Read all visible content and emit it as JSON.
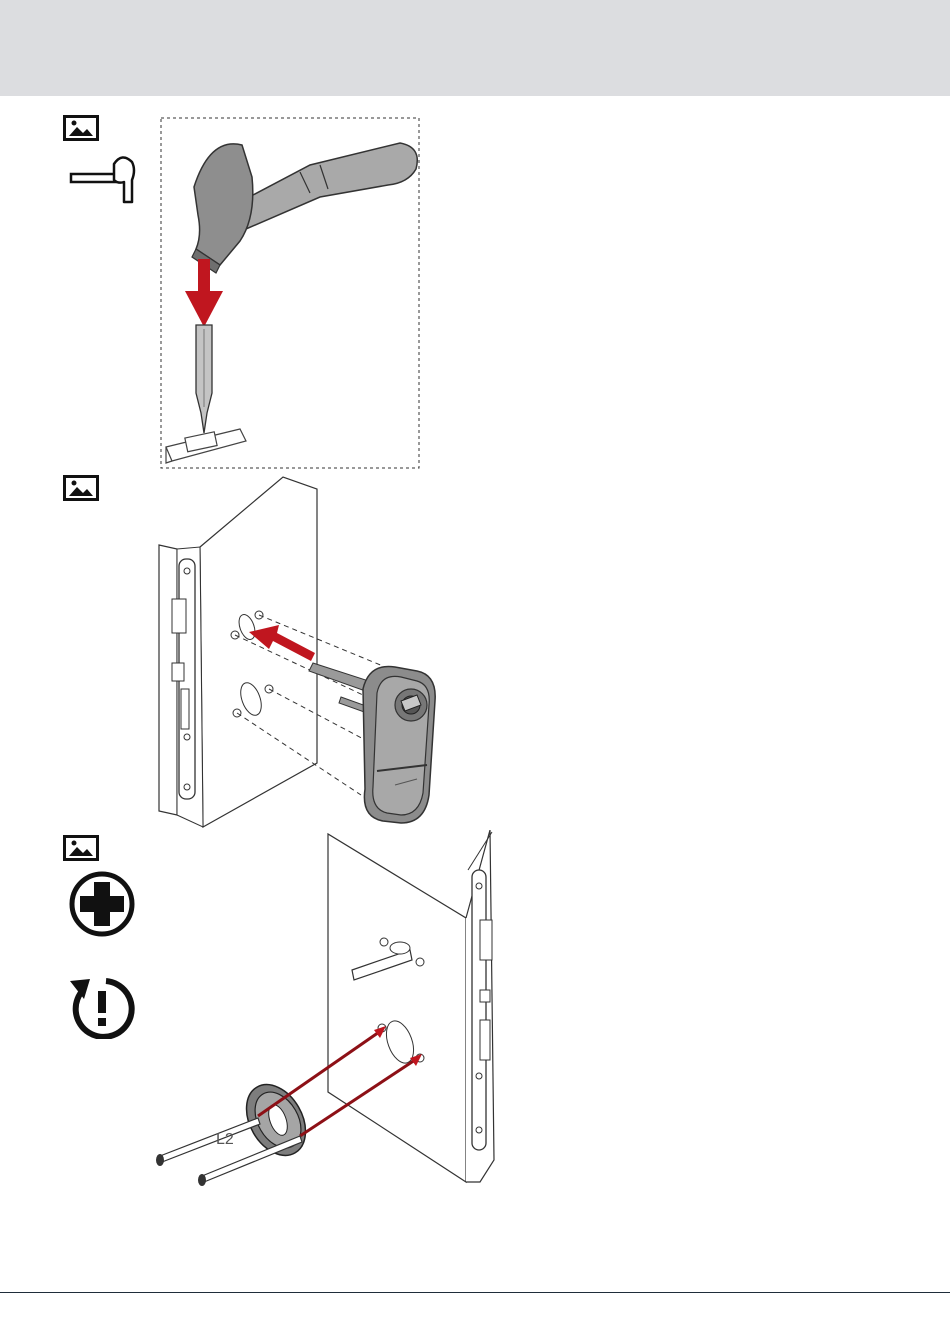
{
  "steps": [
    {
      "step_icons": [
        "image-icon",
        "hammer-icon"
      ],
      "illustration": "hammer-punch-pin"
    },
    {
      "step_icons": [
        "image-icon"
      ],
      "illustration": "cylinder-insert-door"
    },
    {
      "step_icons": [
        "image-icon",
        "phillips-screwdriver-icon",
        "rotate-caution-icon"
      ],
      "illustration": "rosette-screw-mount"
    }
  ],
  "illustration_labels": {
    "screw_length": "L2"
  },
  "colors": {
    "header": "#dcdde0",
    "arrow": "#c0161f",
    "footer_line": "#1f2d3a"
  }
}
